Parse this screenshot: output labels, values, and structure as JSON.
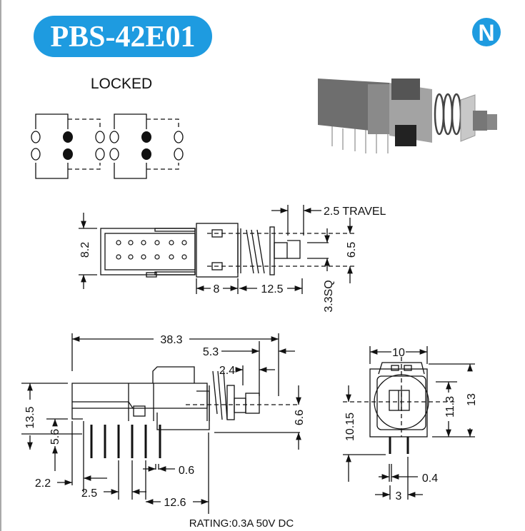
{
  "title": "PBS-42E01",
  "logo_letter": "N",
  "brand_color": "#1e9be0",
  "schematic": {
    "label": "LOCKED"
  },
  "top_view": {
    "height": "8.2",
    "travel": "2.5  TRAVEL",
    "plunger_height": "6.5",
    "plunger_square": "3.3SQ",
    "housing_length": "8",
    "shaft_length": "12.5"
  },
  "side_view": {
    "overall_length": "38.3",
    "plunger_len": "5.3",
    "step": "2.4",
    "height": "13.5",
    "base_height": "5.6",
    "plunger_axis": "6.6",
    "pin_offset": "2.2",
    "pin_pitch": "2.5",
    "pin_width": "0.6",
    "pin_span": "12.6"
  },
  "front_view": {
    "width": "10",
    "inner_height": "11.3",
    "overall_height": "13",
    "axis_height": "10.15",
    "pin_thickness": "0.4",
    "pin_spacing": "3"
  },
  "rating": "RATING:0.3A 50V DC"
}
